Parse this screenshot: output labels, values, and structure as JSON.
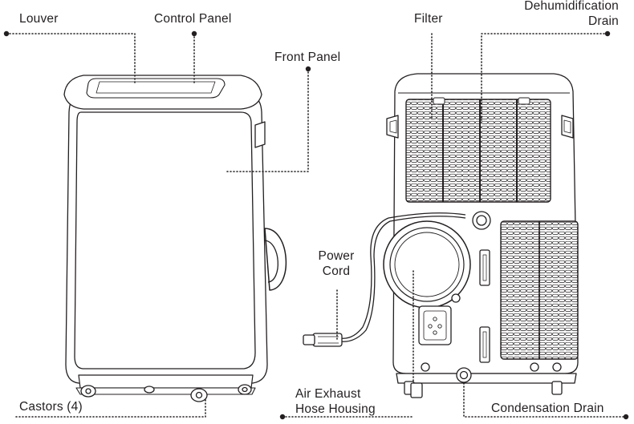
{
  "labels": {
    "louver": "Louver",
    "control_panel": "Control Panel",
    "front_panel": "Front Panel",
    "filter": "Filter",
    "dehumidification_drain_line1": "Dehumidification",
    "dehumidification_drain_line2": "Drain",
    "power_cord_line1": "Power",
    "power_cord_line2": "Cord",
    "castors": "Castors (4)",
    "air_exhaust_line1": "Air Exhaust",
    "air_exhaust_line2": "Hose Housing",
    "condensation_drain": "Condensation Drain"
  },
  "colors": {
    "line": "#231f20",
    "background": "#ffffff"
  }
}
